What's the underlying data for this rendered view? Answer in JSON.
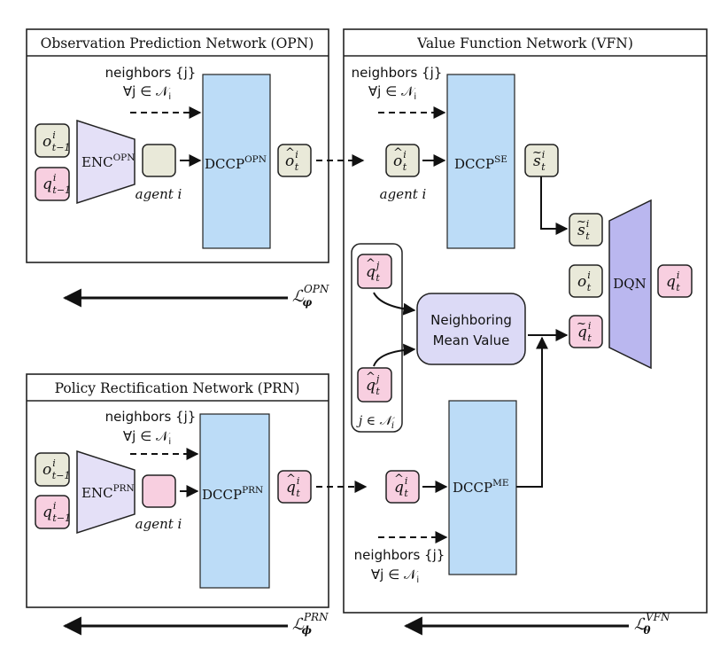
{
  "panels": {
    "opn": {
      "title": "Observation Prediction Network (OPN)"
    },
    "vfn": {
      "title": "Value Function Network (VFN)"
    },
    "prn": {
      "title": "Policy Rectification Network (PRN)"
    }
  },
  "labels": {
    "neighbors": "neighbors {j}",
    "forall": "∀j ∈ 𝒩",
    "forall_sub": "i",
    "agent": "agent i",
    "j_in_n": "j ∈ 𝒩",
    "j_in_n_sub": "i"
  },
  "symbols": {
    "o": "o",
    "q": "q",
    "s": "s",
    "sub_tm1": "t−1",
    "sub_t": "t",
    "sup_i": "i",
    "sup_j": "j",
    "hat": "^",
    "tilde": "~"
  },
  "blocks": {
    "enc_opn": {
      "main": "ENC",
      "sup": "OPN"
    },
    "enc_prn": {
      "main": "ENC",
      "sup": "PRN"
    },
    "dccp_opn": {
      "main": "DCCP",
      "sup": "OPN"
    },
    "dccp_prn": {
      "main": "DCCP",
      "sup": "PRN"
    },
    "dccp_se": {
      "main": "DCCP",
      "sup": "SE"
    },
    "dccp_me": {
      "main": "DCCP",
      "sup": "ME"
    },
    "dqn": {
      "main": "DQN"
    },
    "nmv": {
      "line1": "Neighboring",
      "line2": "Mean Value"
    }
  },
  "losses": {
    "opn": {
      "main": "ℒ",
      "sub": "φ",
      "sup": "OPN"
    },
    "prn": {
      "main": "ℒ",
      "sub": "ϕ",
      "sup": "PRN"
    },
    "vfn": {
      "main": "ℒ",
      "sub": "θ",
      "sup": "VFN"
    }
  },
  "colors": {
    "obs_fill": "#e9e9d9",
    "q_fill": "#f8cfe0",
    "dccp_fill": "#bcdcf7",
    "enc_fill": "#e4e0f7",
    "dqn_fill": "#bab7ef",
    "nmv_fill": "#dcdaf6",
    "stroke": "#222222"
  }
}
